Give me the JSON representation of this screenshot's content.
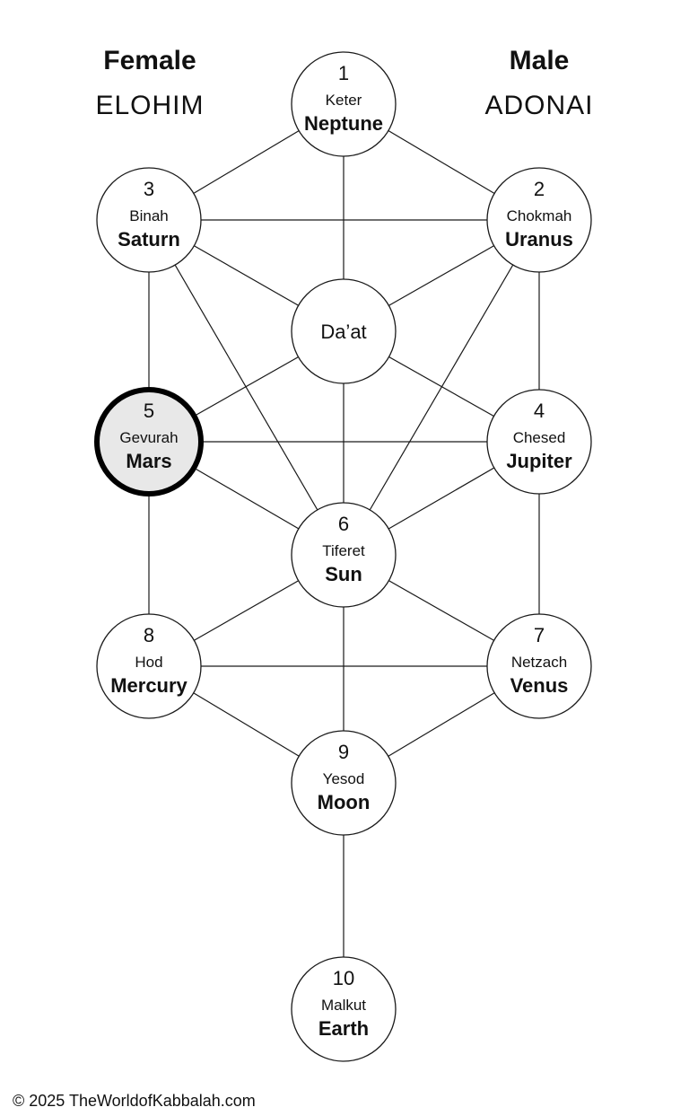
{
  "headings": {
    "left": {
      "title": "Female",
      "subtitle": "ELOHIM"
    },
    "right": {
      "title": "Male",
      "subtitle": "ADONAI"
    }
  },
  "nodes": [
    {
      "id": "keter",
      "number": "1",
      "name": "Keter",
      "planet": "Neptune"
    },
    {
      "id": "chokmah",
      "number": "2",
      "name": "Chokmah",
      "planet": "Uranus"
    },
    {
      "id": "binah",
      "number": "3",
      "name": "Binah",
      "planet": "Saturn"
    },
    {
      "id": "daat",
      "number": "",
      "name": "Da’at",
      "planet": ""
    },
    {
      "id": "chesed",
      "number": "4",
      "name": "Chesed",
      "planet": "Jupiter"
    },
    {
      "id": "gevurah",
      "number": "5",
      "name": "Gevurah",
      "planet": "Mars",
      "highlighted": true
    },
    {
      "id": "tiferet",
      "number": "6",
      "name": "Tiferet",
      "planet": "Sun"
    },
    {
      "id": "netzach",
      "number": "7",
      "name": "Netzach",
      "planet": "Venus"
    },
    {
      "id": "hod",
      "number": "8",
      "name": "Hod",
      "planet": "Mercury"
    },
    {
      "id": "yesod",
      "number": "9",
      "name": "Yesod",
      "planet": "Moon"
    },
    {
      "id": "malkut",
      "number": "10",
      "name": "Malkut",
      "planet": "Earth"
    }
  ],
  "paths": [
    [
      "keter",
      "binah"
    ],
    [
      "keter",
      "chokmah"
    ],
    [
      "keter",
      "daat"
    ],
    [
      "binah",
      "chokmah"
    ],
    [
      "binah",
      "daat"
    ],
    [
      "chokmah",
      "daat"
    ],
    [
      "binah",
      "gevurah"
    ],
    [
      "binah",
      "tiferet"
    ],
    [
      "chokmah",
      "chesed"
    ],
    [
      "chokmah",
      "tiferet"
    ],
    [
      "daat",
      "gevurah"
    ],
    [
      "daat",
      "chesed"
    ],
    [
      "daat",
      "tiferet"
    ],
    [
      "gevurah",
      "chesed"
    ],
    [
      "gevurah",
      "tiferet"
    ],
    [
      "gevurah",
      "hod"
    ],
    [
      "chesed",
      "tiferet"
    ],
    [
      "chesed",
      "netzach"
    ],
    [
      "tiferet",
      "hod"
    ],
    [
      "tiferet",
      "netzach"
    ],
    [
      "tiferet",
      "yesod"
    ],
    [
      "hod",
      "netzach"
    ],
    [
      "hod",
      "yesod"
    ],
    [
      "netzach",
      "yesod"
    ],
    [
      "yesod",
      "malkut"
    ]
  ],
  "footer": {
    "copyright": "© 2025 TheWorldofKabbalah.com"
  },
  "colors": {
    "line": "#1a1a1a",
    "highlight_fill": "#e8e8e8",
    "highlight_stroke": "#000000"
  }
}
